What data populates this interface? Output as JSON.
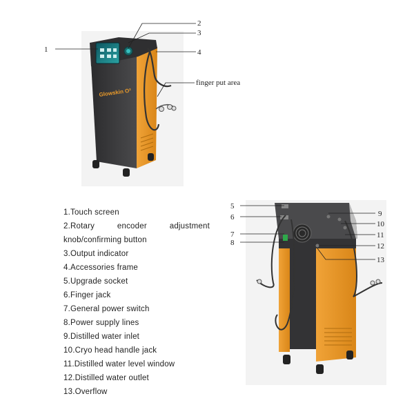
{
  "callouts_front": [
    {
      "num": "1"
    },
    {
      "num": "2"
    },
    {
      "num": "3"
    },
    {
      "num": "4"
    },
    {
      "text": "finger put area"
    }
  ],
  "callouts_back": [
    {
      "num": "5"
    },
    {
      "num": "6"
    },
    {
      "num": "7"
    },
    {
      "num": "8"
    },
    {
      "num": "9"
    },
    {
      "num": "10"
    },
    {
      "num": "11"
    },
    {
      "num": "12"
    },
    {
      "num": "13"
    }
  ],
  "brand": "Glowskin O²",
  "legend": [
    "1.Touch screen",
    "2.Rotary encoder adjustment knob/confirming button",
    "3.Output indicator",
    "4.Accessories frame",
    "5.Upgrade socket",
    "6.Finger jack",
    "7.General power switch",
    "8.Power supply lines",
    "9.Distilled water inlet",
    "10.Cryo head handle jack",
    "11.Distilled water level window",
    "12.Distilled water outlet",
    "13.Overflow"
  ],
  "colors": {
    "body_dark": "#3a3a3c",
    "body_orange": "#e99a2a",
    "screen_teal": "#1f8a8a"
  }
}
